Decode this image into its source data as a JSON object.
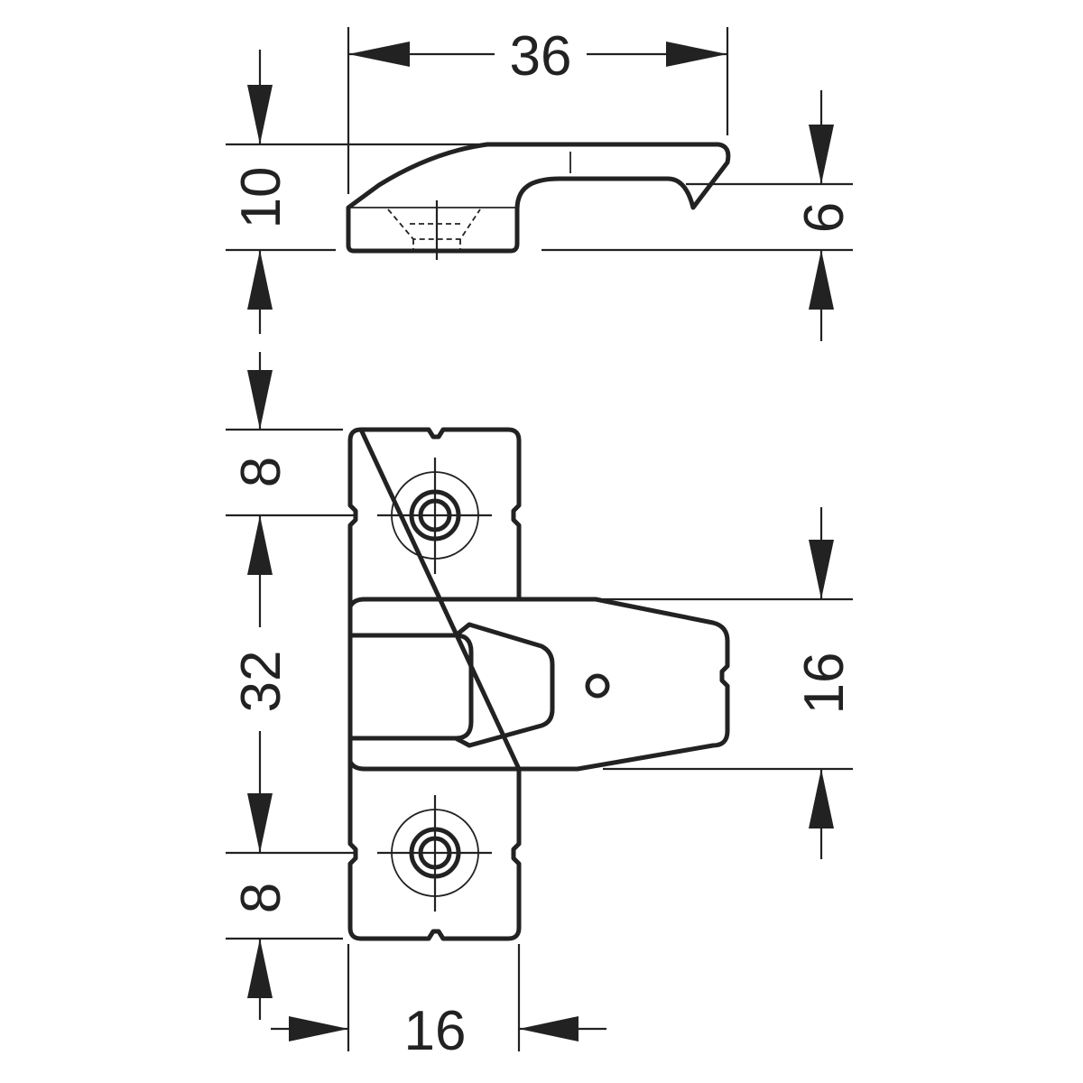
{
  "diagram": {
    "line_color": "#222222",
    "background": "#ffffff",
    "dimensions": {
      "top_width": "36",
      "side_height": "10",
      "side_right": "6",
      "plate_top": "8",
      "plate_middle": "32",
      "plate_bottom": "8",
      "arm_width": "16",
      "plate_width": "16"
    }
  }
}
